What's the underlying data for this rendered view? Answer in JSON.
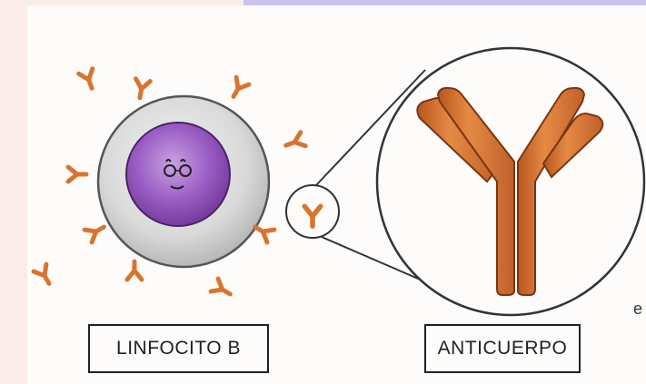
{
  "labels": {
    "b_cell": "LINFOCITO B",
    "antibody": "ANTICUERPO",
    "edge_fragment": "e"
  },
  "colors": {
    "page_background": "#fbecea",
    "top_band": "#c9c4ef",
    "paper": "#fdfcfa",
    "cell_body": "#dcdcdc",
    "nucleus": "#8a4fb0",
    "antibody": "#d9742f",
    "outline": "#222222"
  },
  "icons": {
    "face": "smiley-face-with-glasses-icon"
  }
}
